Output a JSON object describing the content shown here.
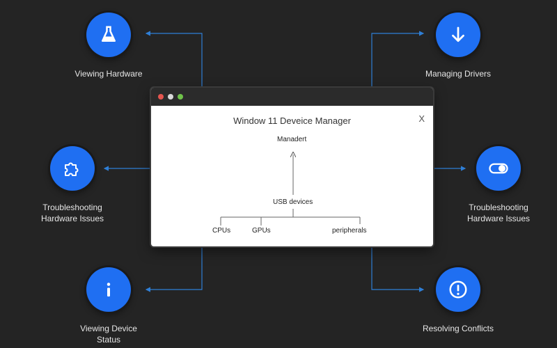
{
  "window": {
    "title": "Window 11 Deveice Manager",
    "close_glyph": "X",
    "dots": [
      "#e5554f",
      "#d9d9d9",
      "#6fc24a"
    ]
  },
  "tree": {
    "root": "Manadert",
    "middle": "USB devices",
    "leaves": [
      "CPUs",
      "GPUs",
      "peripherals"
    ]
  },
  "nodes": [
    {
      "label": "Viewing Hardware",
      "icon": "flask-icon"
    },
    {
      "label": "Managing Drivers",
      "icon": "download-arrow-icon"
    },
    {
      "label": "Troubleshooting\nHardware Issues",
      "icon": "puzzle-icon"
    },
    {
      "label": "Troubleshooting\nHardware Issues",
      "icon": "toggle-icon"
    },
    {
      "label": "Viewing Device\nStatus",
      "icon": "info-icon"
    },
    {
      "label": "Resolving Conflicts",
      "icon": "alert-icon"
    }
  ],
  "colors": {
    "background": "#242424",
    "accent": "#1f6ff2",
    "connector": "#2f7fd6"
  }
}
